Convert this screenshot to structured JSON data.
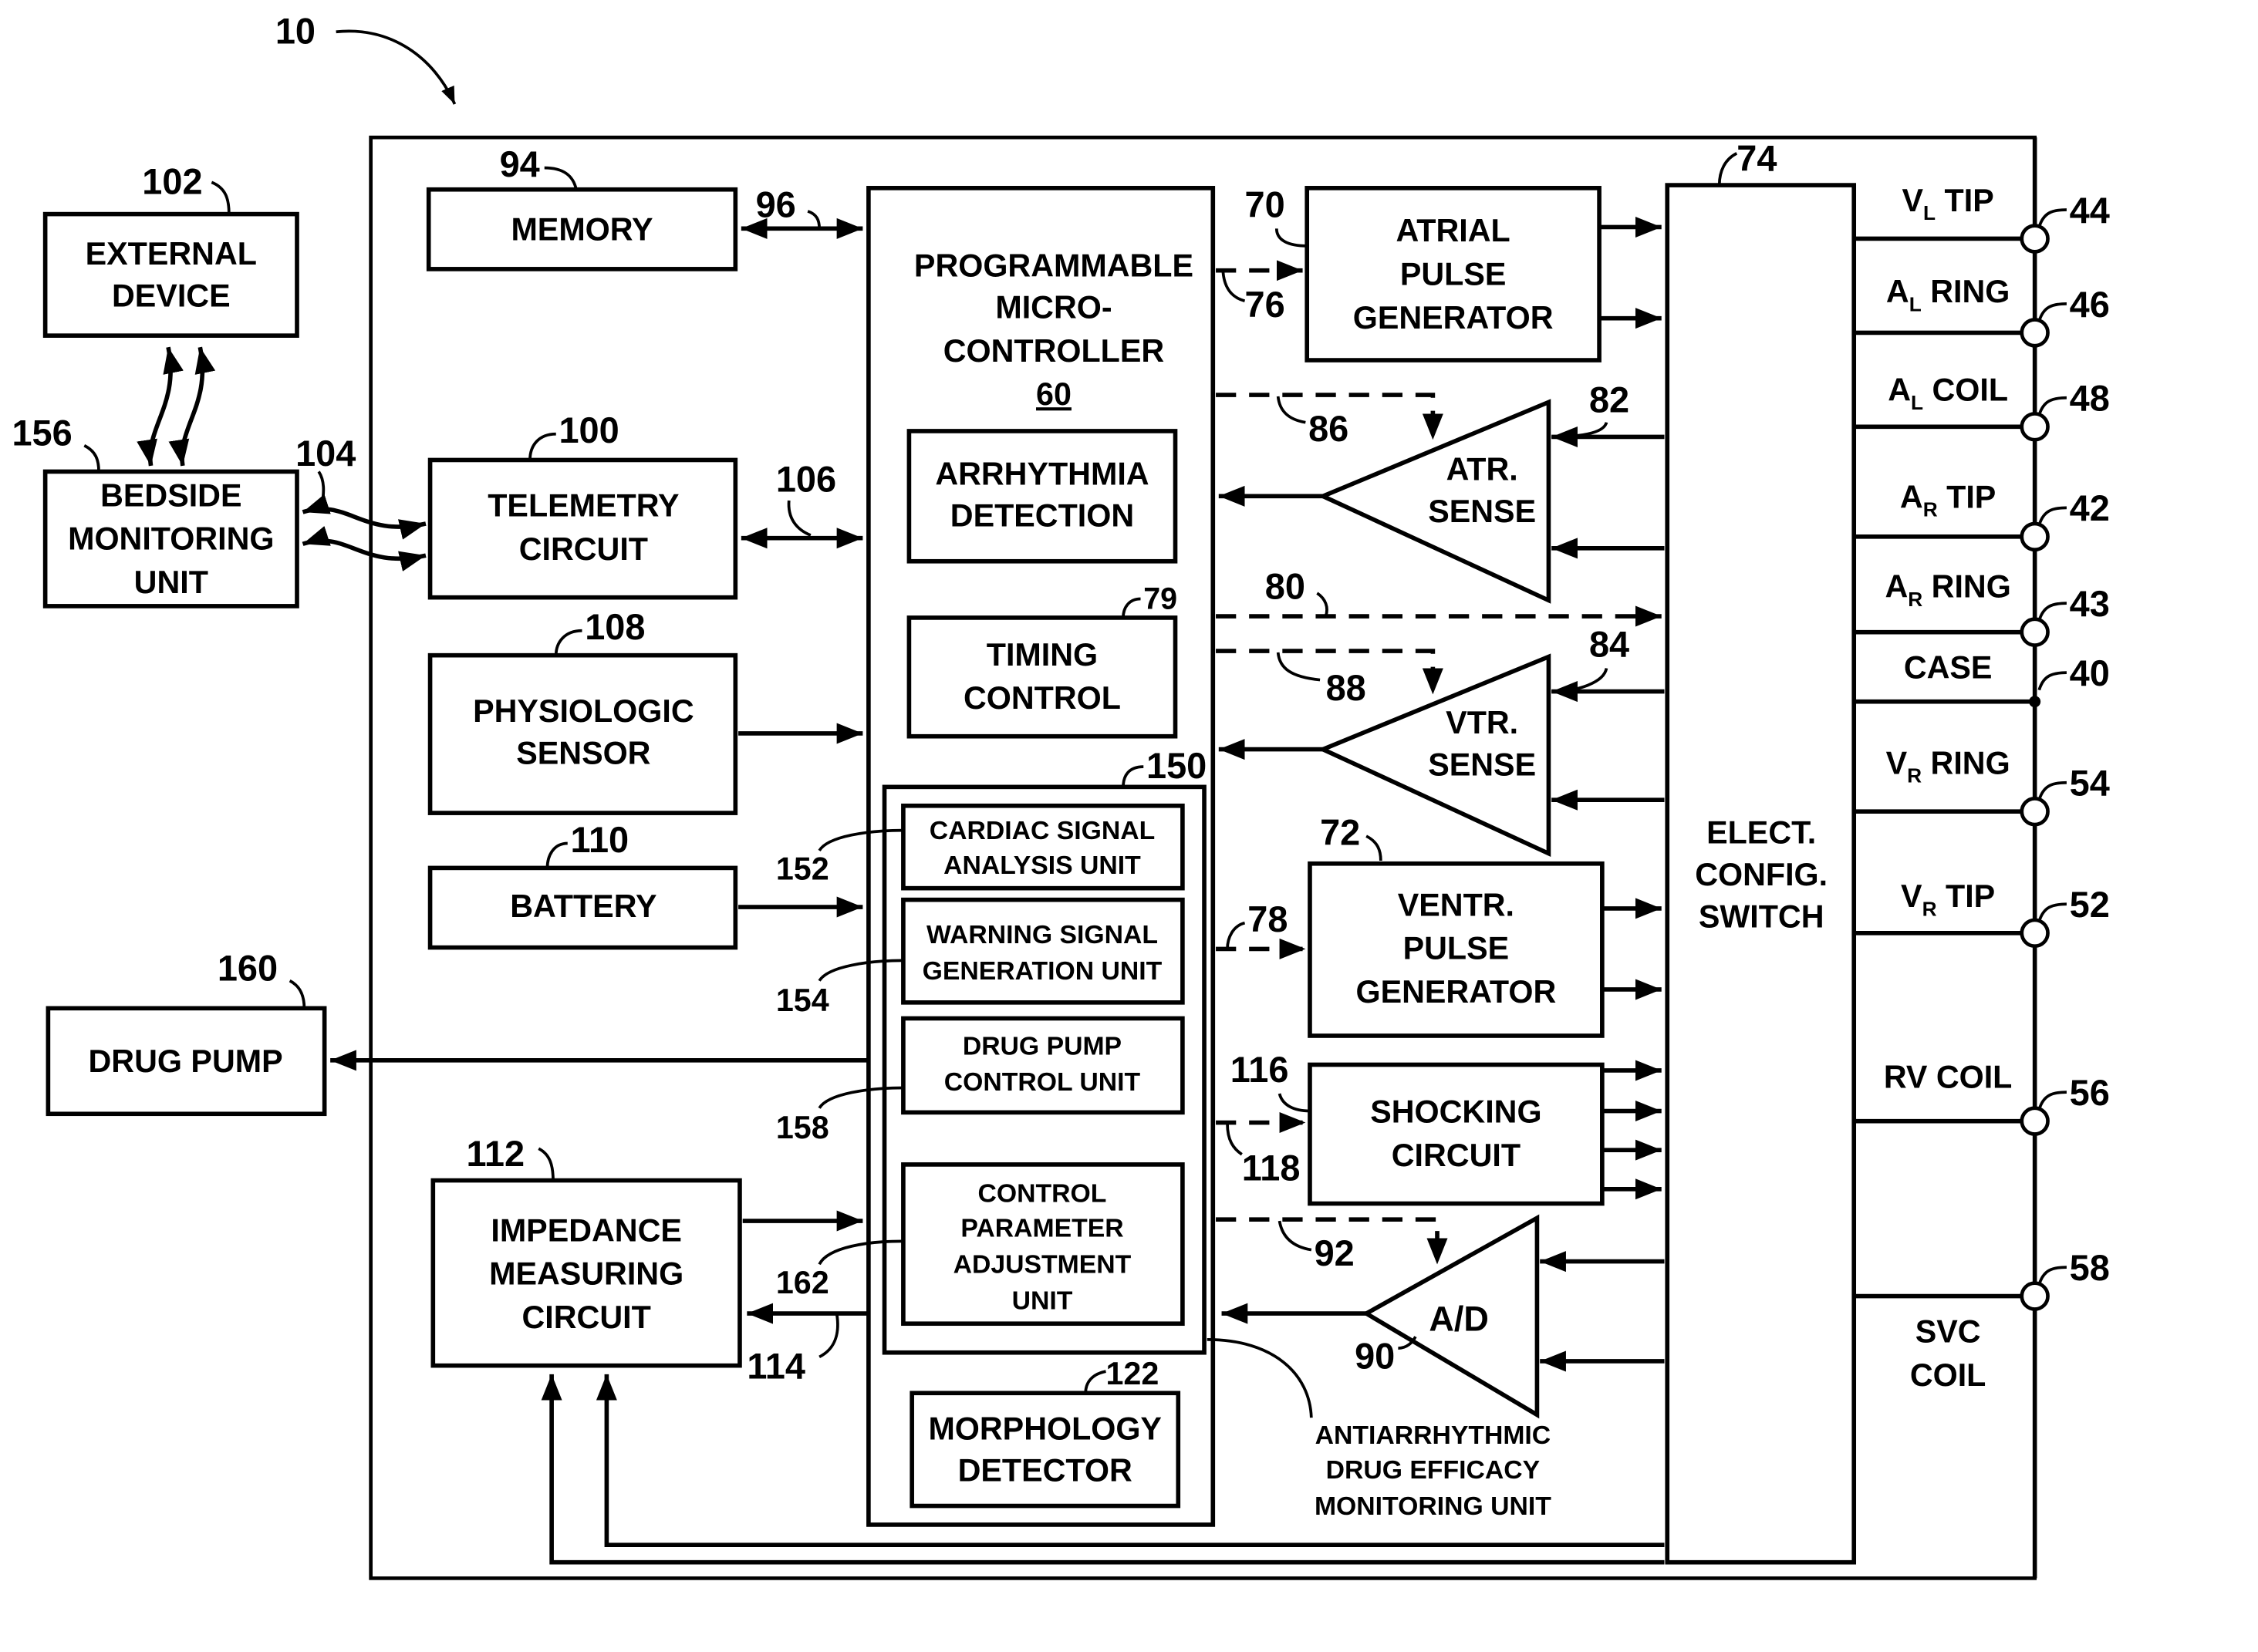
{
  "figure": {
    "ref": "10",
    "blocks": {
      "external_device": {
        "lines": [
          "EXTERNAL",
          "DEVICE"
        ],
        "ref": "102"
      },
      "bedside_monitoring_unit": {
        "lines": [
          "BEDSIDE",
          "MONITORING",
          "UNIT"
        ],
        "ref": "156"
      },
      "drug_pump": {
        "lines": [
          "DRUG PUMP"
        ],
        "ref": "160"
      },
      "memory": {
        "lines": [
          "MEMORY"
        ],
        "ref": "94"
      },
      "telemetry_circuit": {
        "lines": [
          "TELEMETRY",
          "CIRCUIT"
        ],
        "ref": "100"
      },
      "physiologic_sensor": {
        "lines": [
          "PHYSIOLOGIC",
          "SENSOR"
        ],
        "ref": "108"
      },
      "battery": {
        "lines": [
          "BATTERY"
        ],
        "ref": "110"
      },
      "impedance_measuring_circuit": {
        "lines": [
          "IMPEDANCE",
          "MEASURING",
          "CIRCUIT"
        ],
        "ref": "112"
      },
      "microcontroller": {
        "lines": [
          "PROGRAMMABLE",
          "MICRO-",
          "CONTROLLER"
        ],
        "ref": "60"
      },
      "arrhythmia_detection": {
        "lines": [
          "ARRHYTHMIA",
          "DETECTION"
        ]
      },
      "timing_control": {
        "lines": [
          "TIMING",
          "CONTROL"
        ],
        "ref": "79"
      },
      "drug_efficacy_unit": {
        "ref": "150",
        "caption": [
          "ANTIARRHYTHMIC",
          "DRUG EFFICACY",
          "MONITORING UNIT"
        ]
      },
      "cardiac_signal_analysis_unit": {
        "lines": [
          "CARDIAC SIGNAL",
          "ANALYSIS UNIT"
        ],
        "ref": "152"
      },
      "warning_signal_generation_unit": {
        "lines": [
          "WARNING SIGNAL",
          "GENERATION UNIT"
        ],
        "ref": "154"
      },
      "drug_pump_control_unit": {
        "lines": [
          "DRUG PUMP",
          "CONTROL UNIT"
        ],
        "ref": "158"
      },
      "control_parameter_adjustment_unit": {
        "lines": [
          "CONTROL",
          "PARAMETER",
          "ADJUSTMENT",
          "UNIT"
        ],
        "ref": "162"
      },
      "morphology_detector": {
        "lines": [
          "MORPHOLOGY",
          "DETECTOR"
        ],
        "ref": "122"
      },
      "atrial_pulse_generator": {
        "lines": [
          "ATRIAL",
          "PULSE",
          "GENERATOR"
        ],
        "ref": "70"
      },
      "atr_sense": {
        "lines": [
          "ATR.",
          "SENSE"
        ],
        "ref": "82"
      },
      "vtr_sense": {
        "lines": [
          "VTR.",
          "SENSE"
        ],
        "ref": "84"
      },
      "ventr_pulse_generator": {
        "lines": [
          "VENTR.",
          "PULSE",
          "GENERATOR"
        ],
        "ref": "72"
      },
      "shocking_circuit": {
        "lines": [
          "SHOCKING",
          "CIRCUIT"
        ],
        "ref": "116"
      },
      "ad_converter": {
        "lines": [
          "A/D"
        ],
        "ref": "90"
      },
      "elect_config_switch": {
        "lines": [
          "ELECT.",
          "CONFIG.",
          "SWITCH"
        ],
        "ref": "74"
      }
    },
    "connection_refs": {
      "telemetry_link": "104",
      "memory_bus": "96",
      "telemetry_bus": "106",
      "atrial_pulse_control": "76",
      "ventr_pulse_control": "78",
      "atr_sense_control": "86",
      "vtr_sense_control": "88",
      "switch_control": "80",
      "ad_control": "92",
      "shocking_control": "118",
      "impedance_control": "114"
    },
    "terminals": [
      {
        "label": "V",
        "sub": "L",
        "suffix": "TIP",
        "ref": "44"
      },
      {
        "label": "A",
        "sub": "L",
        "suffix": "RING",
        "ref": "46"
      },
      {
        "label": "A",
        "sub": "L",
        "suffix": "COIL",
        "ref": "48"
      },
      {
        "label": "A",
        "sub": "R",
        "suffix": "TIP",
        "ref": "42"
      },
      {
        "label": "A",
        "sub": "R",
        "suffix": "RING",
        "ref": "43"
      },
      {
        "label": "CASE",
        "sub": "",
        "suffix": "",
        "ref": "40"
      },
      {
        "label": "V",
        "sub": "R",
        "suffix": "RING",
        "ref": "54"
      },
      {
        "label": "V",
        "sub": "R",
        "suffix": "TIP",
        "ref": "52"
      },
      {
        "label": "RV COIL",
        "sub": "",
        "suffix": "",
        "ref": "56"
      },
      {
        "label": "SVC",
        "sub": "",
        "suffix": "COIL",
        "ref": "58"
      }
    ]
  }
}
